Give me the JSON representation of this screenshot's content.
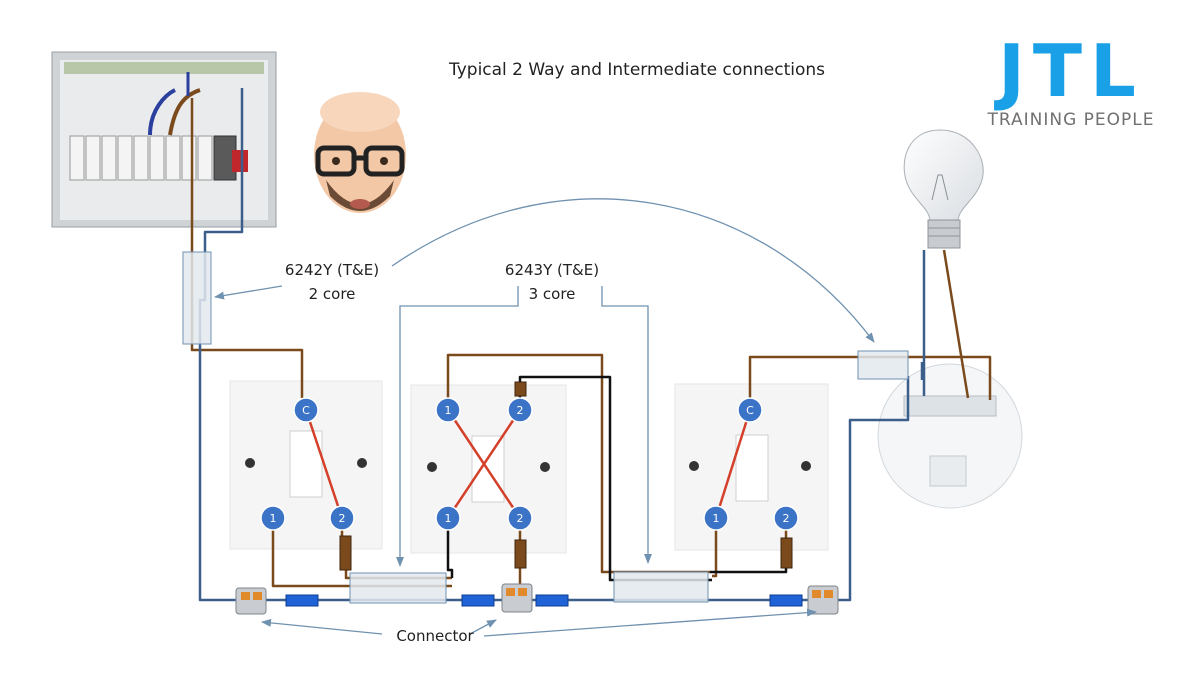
{
  "title": "Typical 2 Way and Intermediate connections",
  "logo": {
    "letters": "JTL",
    "tagline": "TRAINING PEOPLE",
    "color": "#1aa0e6"
  },
  "labels": {
    "cable_2core_line1": "6242Y (T&E)",
    "cable_2core_line2": "2 core",
    "cable_3core_line1": "6243Y (T&E)",
    "cable_3core_line2": "3 core",
    "connector": "Connector"
  },
  "switches": {
    "left_two_way": {
      "common": "C",
      "l1": "1",
      "l2": "2"
    },
    "intermediate": {
      "t1": "1",
      "t2": "2",
      "b1": "1",
      "b2": "2"
    },
    "right_two_way": {
      "common": "C",
      "l1": "1",
      "l2": "2"
    }
  },
  "wire_colors": {
    "brown": "#7a4a1c",
    "blue": "#3b5f8a",
    "black": "#111111",
    "red": "#d4402a",
    "terminal": "#3b73c7",
    "sleeve": "#1f63d6"
  }
}
